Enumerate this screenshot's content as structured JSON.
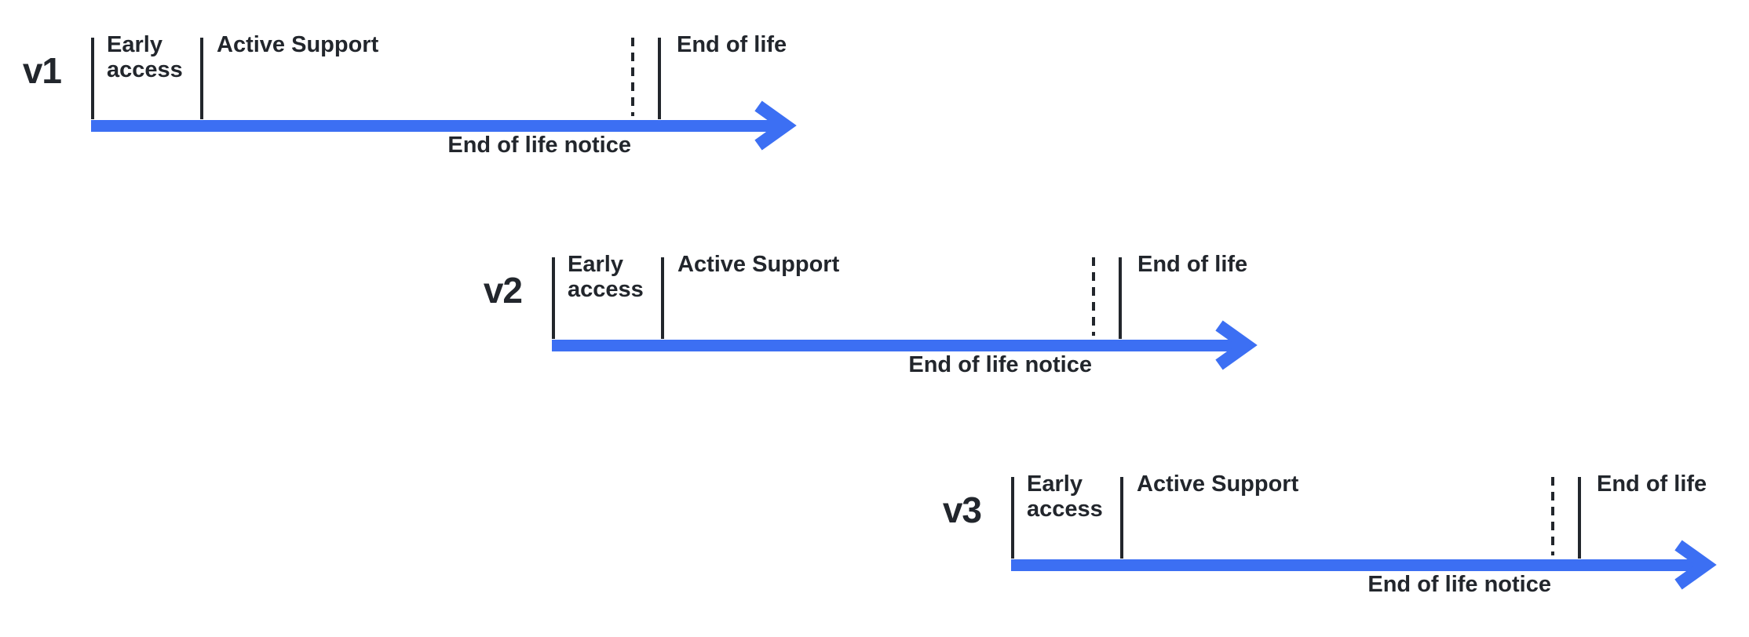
{
  "colors": {
    "arrow": "#3C6FF3",
    "ink": "#22262c",
    "background": "#ffffff"
  },
  "timelines": [
    {
      "version": "v1",
      "early_access_label": "Early access",
      "active_support_label": "Active Support",
      "end_of_life_label": "End of life",
      "end_of_life_notice_label": "End of life notice"
    },
    {
      "version": "v2",
      "early_access_label": "Early access",
      "active_support_label": "Active Support",
      "end_of_life_label": "End of life",
      "end_of_life_notice_label": "End of life notice"
    },
    {
      "version": "v3",
      "early_access_label": "Early access",
      "active_support_label": "Active Support",
      "end_of_life_label": "End of life",
      "end_of_life_notice_label": "End of life notice"
    }
  ]
}
